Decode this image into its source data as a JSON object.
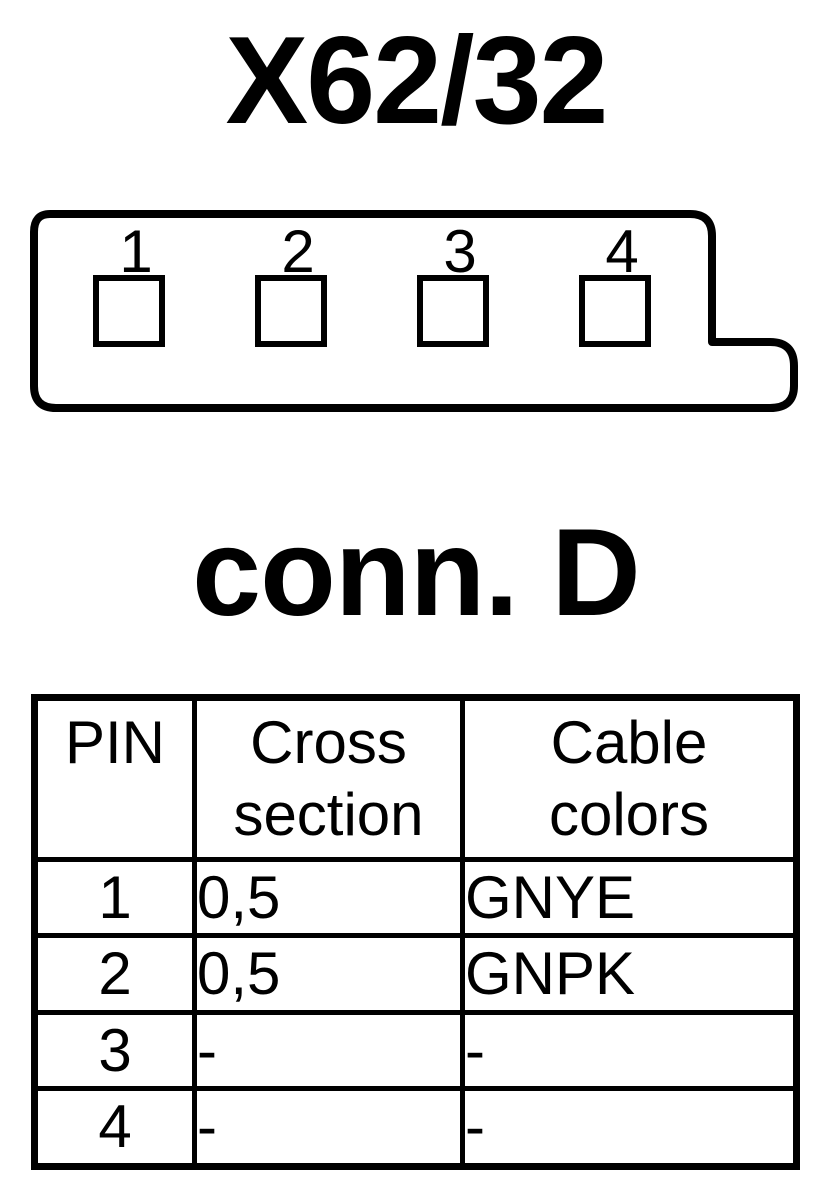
{
  "title": "X62/32",
  "subtitle": "conn. D",
  "connector": {
    "pins": [
      "1",
      "2",
      "3",
      "4"
    ]
  },
  "table": {
    "headers": [
      "PIN",
      "Cross section",
      "Cable colors"
    ],
    "rows": [
      [
        "1",
        "0,5",
        "GNYE"
      ],
      [
        "2",
        "0,5",
        "GNPK"
      ],
      [
        "3",
        "-",
        "-"
      ],
      [
        "4",
        "-",
        "-"
      ]
    ]
  }
}
